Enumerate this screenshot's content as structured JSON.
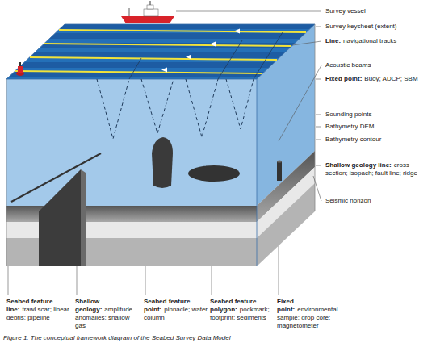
{
  "diagram": {
    "caption": "Figure 1: The conceptual framework diagram of the Seabed Survey Data Model",
    "labels": [
      "Survey vessel",
      "Survey keysheet (extent)",
      "Line:",
      "navigational tracks",
      "Acoustic beams",
      "Fixed point:",
      "Buoy; ADCP; SBM",
      "Sounding points",
      "Bathymetry DEM",
      "Bathymetry contour",
      "Shallow geology line:",
      "cross section; isopach; fault line; ridge",
      "Seismic horizon",
      "Seabed feature line:",
      "trawl scar; linear debris; pipeline",
      "Shallow geology:",
      "amplitude anomalies; shallow gas",
      "Seabed feature point:",
      "pinnacle; water column",
      "Seabed feature polygon:",
      "pockmark; footprint; sediments",
      "Fixed point:",
      "environmental sample; drop core; magnetometer"
    ]
  }
}
